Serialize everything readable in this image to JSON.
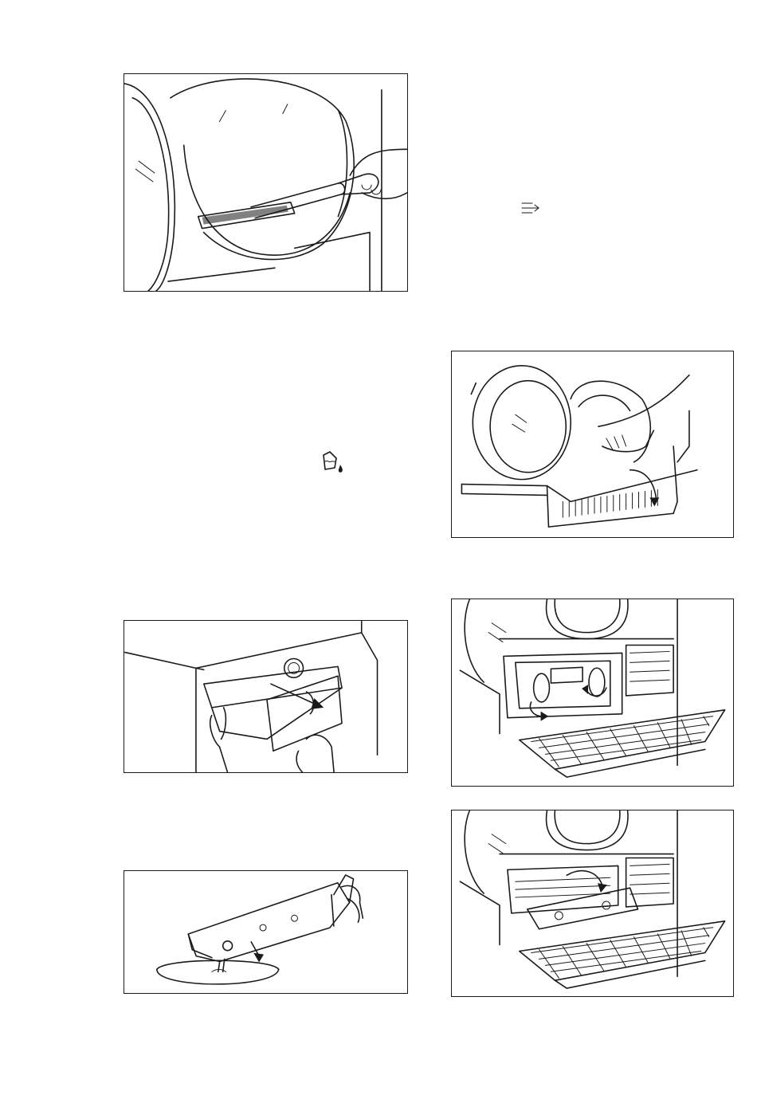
{
  "figures": [
    {
      "id": "fig-1",
      "depicts": "cleaning-door-seal-with-vacuum"
    },
    {
      "id": "fig-2",
      "depicts": "opening-plinth-flap"
    },
    {
      "id": "fig-3",
      "depicts": "pulling-out-water-container"
    },
    {
      "id": "fig-4",
      "depicts": "unlocking-heat-exchanger-cover"
    },
    {
      "id": "fig-5",
      "depicts": "lowering-heat-exchanger-cover"
    },
    {
      "id": "fig-6",
      "depicts": "emptying-water-container"
    }
  ],
  "icons": {
    "arrow_symbol": "arrow-right-lines-icon",
    "container_symbol": "water-container-icon"
  },
  "colors": {
    "ink": "#1a1a1a",
    "background": "#ffffff"
  }
}
